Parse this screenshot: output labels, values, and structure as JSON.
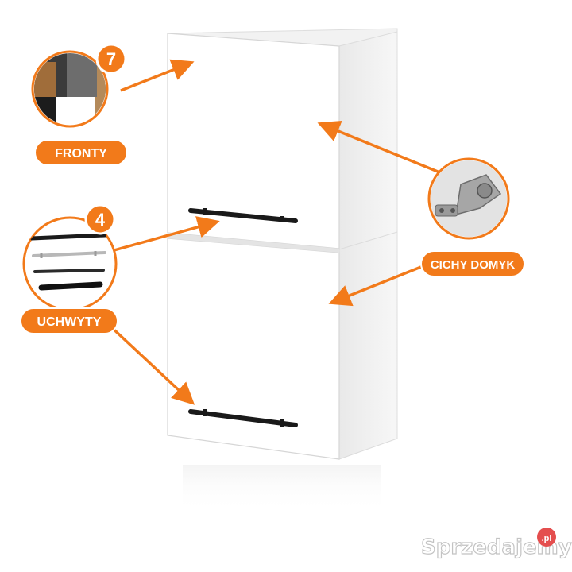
{
  "product": {
    "description": "Wall cabinet with two doors and black bar handles"
  },
  "fronts": {
    "label": "FRONTY",
    "count": "7",
    "swatches": [
      "#3b3b3b",
      "#a06d3a",
      "#6d6d6d",
      "#ffffff",
      "#1c1c1c",
      "#b48a5a"
    ]
  },
  "handles": {
    "label": "UCHWYTY",
    "count": "4"
  },
  "hinge": {
    "label": "CICHY DOMYK"
  },
  "watermark": {
    "text": "Sprzedajemy",
    "suffix": ".pl"
  },
  "colors": {
    "accent": "#f27a1a",
    "cabinet": "#ffffff",
    "handle": "#1a1a1a"
  }
}
